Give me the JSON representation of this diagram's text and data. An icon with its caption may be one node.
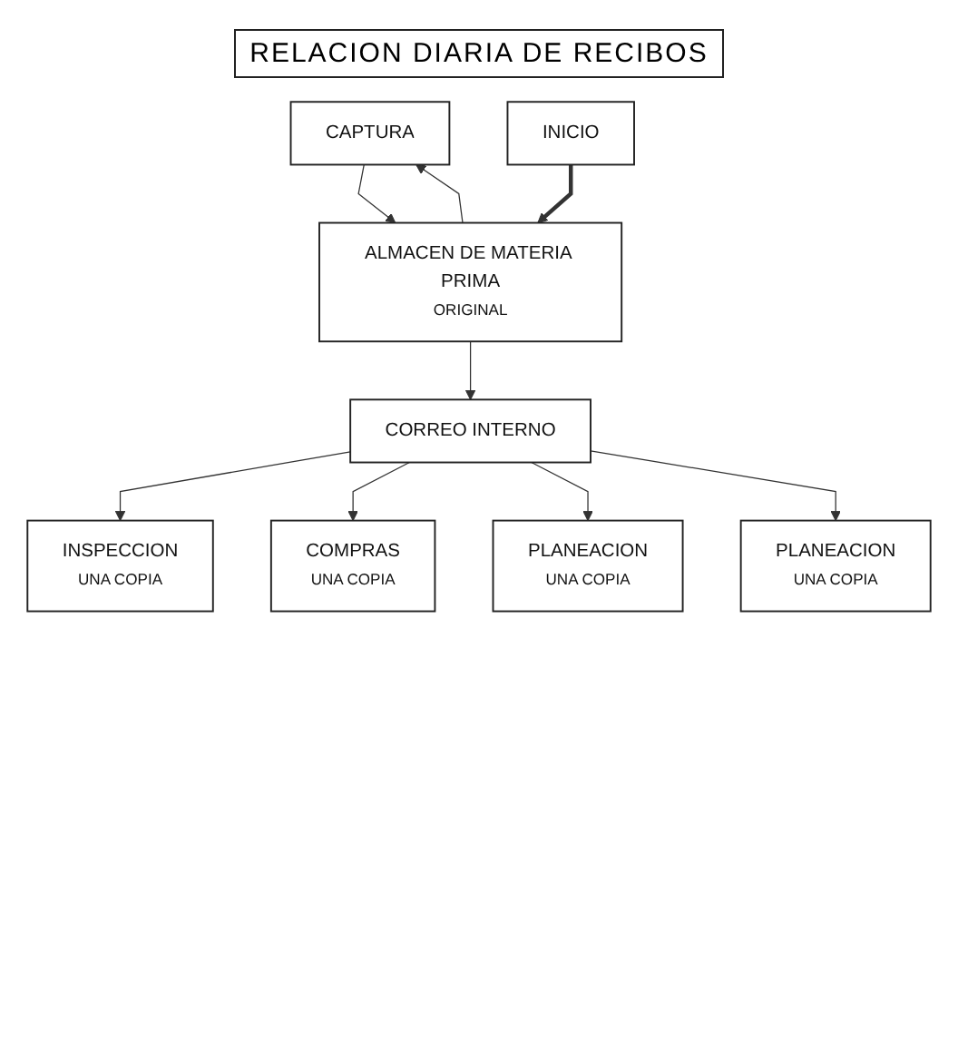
{
  "diagram": {
    "title": "RELACION DIARIA DE RECIBOS",
    "nodes": [
      {
        "text": [
          "CAPTURA"
        ]
      },
      {
        "text": [
          "INICIO"
        ]
      },
      {
        "text": [
          "ALMACEN DE MATERIA PRIMA",
          "ORIGINAL"
        ]
      },
      {
        "text": [
          "CORREO INTERNO"
        ]
      },
      {
        "text": [
          "INSPECCION",
          "UNA COPIA"
        ]
      },
      {
        "text": [
          "COMPRAS",
          "UNA COPIA"
        ]
      },
      {
        "text": [
          "PLANEACION",
          "UNA COPIA"
        ]
      },
      {
        "text": [
          "PLANEACION",
          "UNA COPIA"
        ]
      }
    ],
    "edges": [
      {
        "from": 0,
        "to": 2,
        "arrow": "to"
      },
      {
        "from": 2,
        "to": 0,
        "arrow": "to"
      },
      {
        "from": 1,
        "to": 2,
        "arrow": "to",
        "style": "thick"
      },
      {
        "from": 2,
        "to": 3,
        "arrow": "to"
      },
      {
        "from": 3,
        "to": 4,
        "arrow": "to"
      },
      {
        "from": 3,
        "to": 5,
        "arrow": "to"
      },
      {
        "from": 3,
        "to": 6,
        "arrow": "to"
      },
      {
        "from": 3,
        "to": 7,
        "arrow": "to"
      }
    ]
  }
}
